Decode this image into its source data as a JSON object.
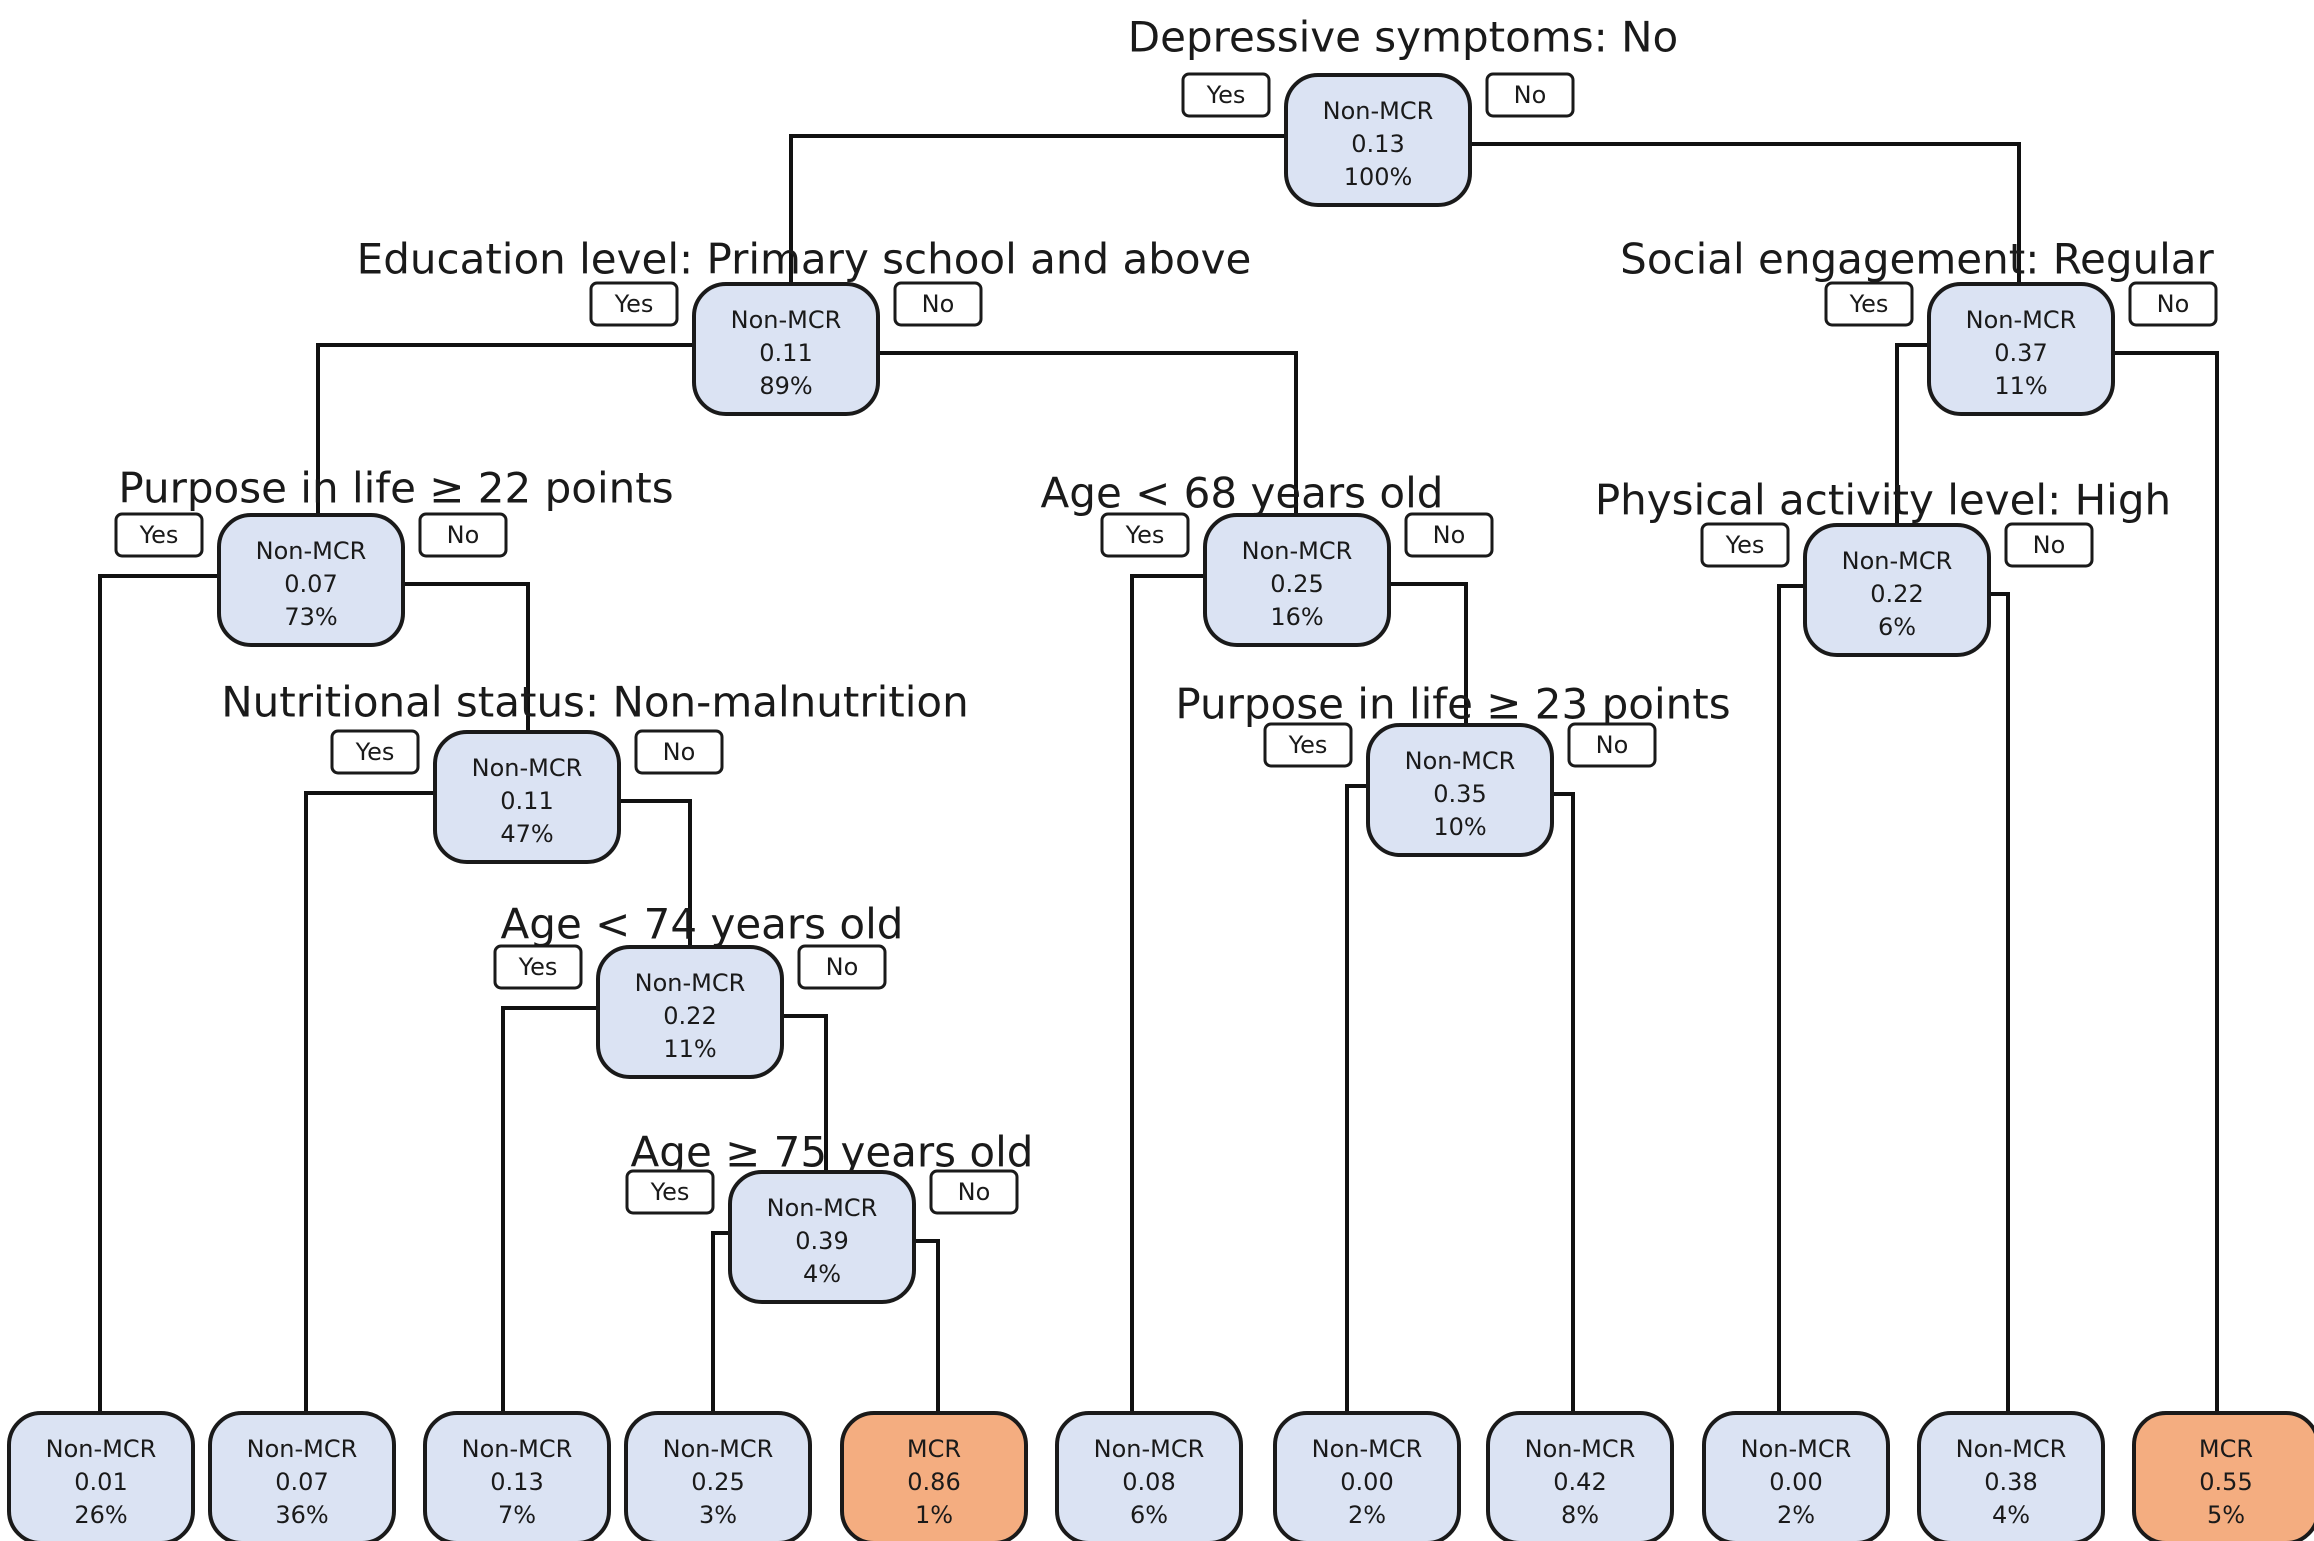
{
  "yes_label": "Yes",
  "no_label": "No",
  "colors": {
    "non_mcr": "#dbe3f3",
    "mcr": "#f4ad80"
  },
  "nodes": [
    {
      "id": "root",
      "cls": "Non-MCR",
      "prob": "0.13",
      "pct": "100%",
      "split": "Depressive symptoms: No"
    },
    {
      "id": "n2",
      "cls": "Non-MCR",
      "prob": "0.11",
      "pct": "89%",
      "split": "Education level:  Primary school and above"
    },
    {
      "id": "n3",
      "cls": "Non-MCR",
      "prob": "0.37",
      "pct": "11%",
      "split": "Social engagement: Regular"
    },
    {
      "id": "n4",
      "cls": "Non-MCR",
      "prob": "0.07",
      "pct": "73%",
      "split": "Purpose in life ≥ 22 points"
    },
    {
      "id": "n5",
      "cls": "Non-MCR",
      "prob": "0.25",
      "pct": "16%",
      "split": "Age < 68 years old"
    },
    {
      "id": "n6",
      "cls": "Non-MCR",
      "prob": "0.22",
      "pct": "6%",
      "split": "Physical activity level: High"
    },
    {
      "id": "n7",
      "cls": "Non-MCR",
      "prob": "0.11",
      "pct": "47%",
      "split": "Nutritional status: Non-malnutrition"
    },
    {
      "id": "n8",
      "cls": "Non-MCR",
      "prob": "0.35",
      "pct": "10%",
      "split": "Purpose in life ≥ 23 points"
    },
    {
      "id": "n9",
      "cls": "Non-MCR",
      "prob": "0.22",
      "pct": "11%",
      "split": "Age < 74 years old"
    },
    {
      "id": "n10",
      "cls": "Non-MCR",
      "prob": "0.39",
      "pct": "4%",
      "split": "Age ≥ 75 years old"
    },
    {
      "id": "L1",
      "cls": "Non-MCR",
      "prob": "0.01",
      "pct": "26%"
    },
    {
      "id": "L2",
      "cls": "Non-MCR",
      "prob": "0.07",
      "pct": "36%"
    },
    {
      "id": "L3",
      "cls": "Non-MCR",
      "prob": "0.13",
      "pct": "7%"
    },
    {
      "id": "L4",
      "cls": "Non-MCR",
      "prob": "0.25",
      "pct": "3%"
    },
    {
      "id": "L5",
      "cls": "MCR",
      "prob": "0.86",
      "pct": "1%"
    },
    {
      "id": "L6",
      "cls": "Non-MCR",
      "prob": "0.08",
      "pct": "6%"
    },
    {
      "id": "L7",
      "cls": "Non-MCR",
      "prob": "0.00",
      "pct": "2%"
    },
    {
      "id": "L8",
      "cls": "Non-MCR",
      "prob": "0.42",
      "pct": "8%"
    },
    {
      "id": "L9",
      "cls": "Non-MCR",
      "prob": "0.00",
      "pct": "2%"
    },
    {
      "id": "L10",
      "cls": "Non-MCR",
      "prob": "0.38",
      "pct": "4%"
    },
    {
      "id": "L11",
      "cls": "MCR",
      "prob": "0.55",
      "pct": "5%"
    }
  ],
  "edges": [
    [
      "root",
      "n2"
    ],
    [
      "root",
      "n3"
    ],
    [
      "n2",
      "n4"
    ],
    [
      "n2",
      "n5"
    ],
    [
      "n3",
      "n6"
    ],
    [
      "n3",
      "L11"
    ],
    [
      "n4",
      "L1"
    ],
    [
      "n4",
      "n7"
    ],
    [
      "n7",
      "L2"
    ],
    [
      "n7",
      "n9"
    ],
    [
      "n9",
      "L3"
    ],
    [
      "n9",
      "n10"
    ],
    [
      "n10",
      "L4"
    ],
    [
      "n10",
      "L5"
    ],
    [
      "n5",
      "L6"
    ],
    [
      "n5",
      "n8"
    ],
    [
      "n8",
      "L7"
    ],
    [
      "n8",
      "L8"
    ],
    [
      "n6",
      "L9"
    ],
    [
      "n6",
      "L10"
    ]
  ]
}
